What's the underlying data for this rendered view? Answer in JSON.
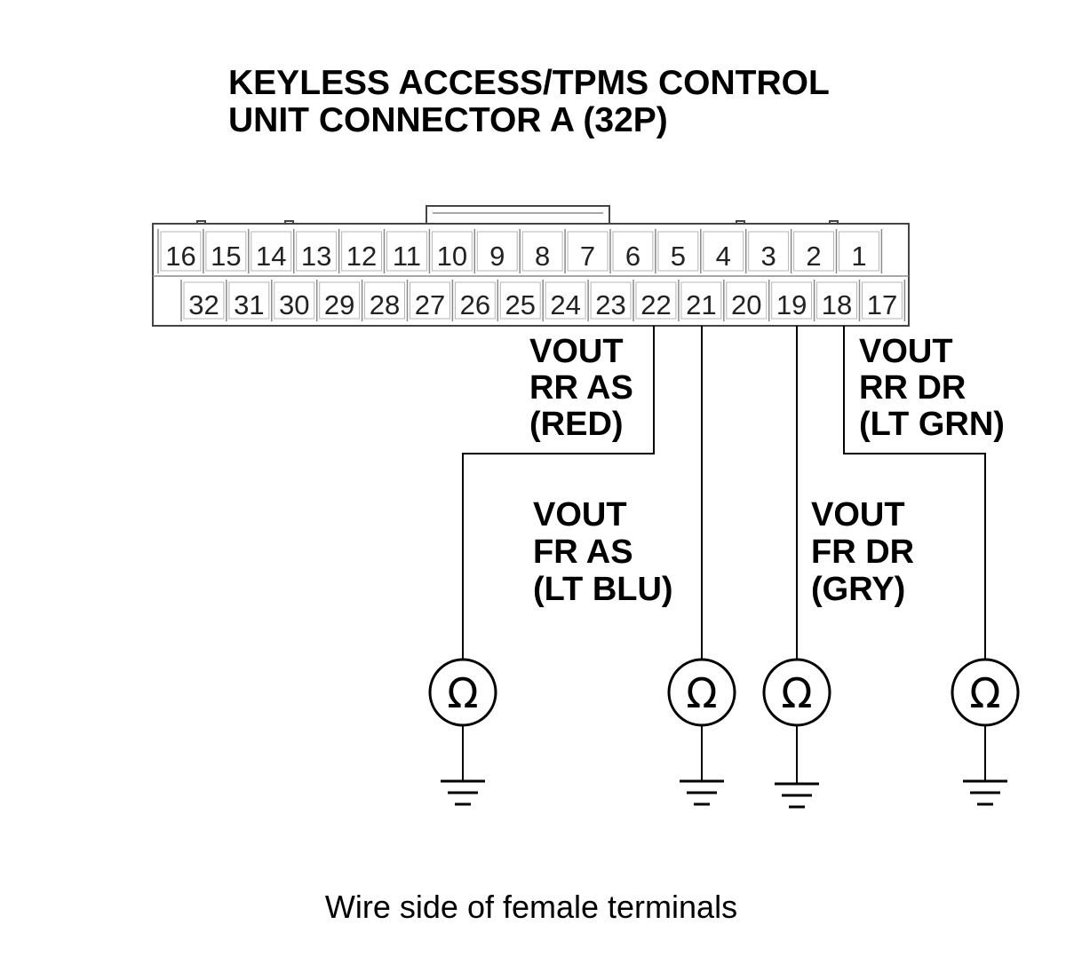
{
  "title": {
    "line1": "KEYLESS ACCESS/TPMS CONTROL",
    "line2": "UNIT CONNECTOR A (32P)"
  },
  "connector": {
    "top_row": [
      "16",
      "15",
      "14",
      "13",
      "12",
      "11",
      "10",
      "9",
      "8",
      "7",
      "6",
      "5",
      "4",
      "3",
      "2",
      "1"
    ],
    "bottom_row": [
      "32",
      "31",
      "30",
      "29",
      "28",
      "27",
      "26",
      "25",
      "24",
      "23",
      "22",
      "21",
      "20",
      "19",
      "18",
      "17"
    ]
  },
  "wires": [
    {
      "terminal": "22",
      "lines": [
        "VOUT",
        "RR AS",
        "(RED)"
      ]
    },
    {
      "terminal": "21",
      "lines": [
        "VOUT",
        "FR AS",
        "(LT BLU)"
      ]
    },
    {
      "terminal": "19",
      "lines": [
        "VOUT",
        "FR DR",
        "(GRY)"
      ]
    },
    {
      "terminal": "18",
      "lines": [
        "VOUT",
        "RR DR",
        "(LT GRN)"
      ]
    }
  ],
  "meter_symbol": "Ω",
  "icons": {
    "meter": "ohmmeter-icon",
    "ground": "ground-icon"
  },
  "caption": "Wire side of female terminals"
}
